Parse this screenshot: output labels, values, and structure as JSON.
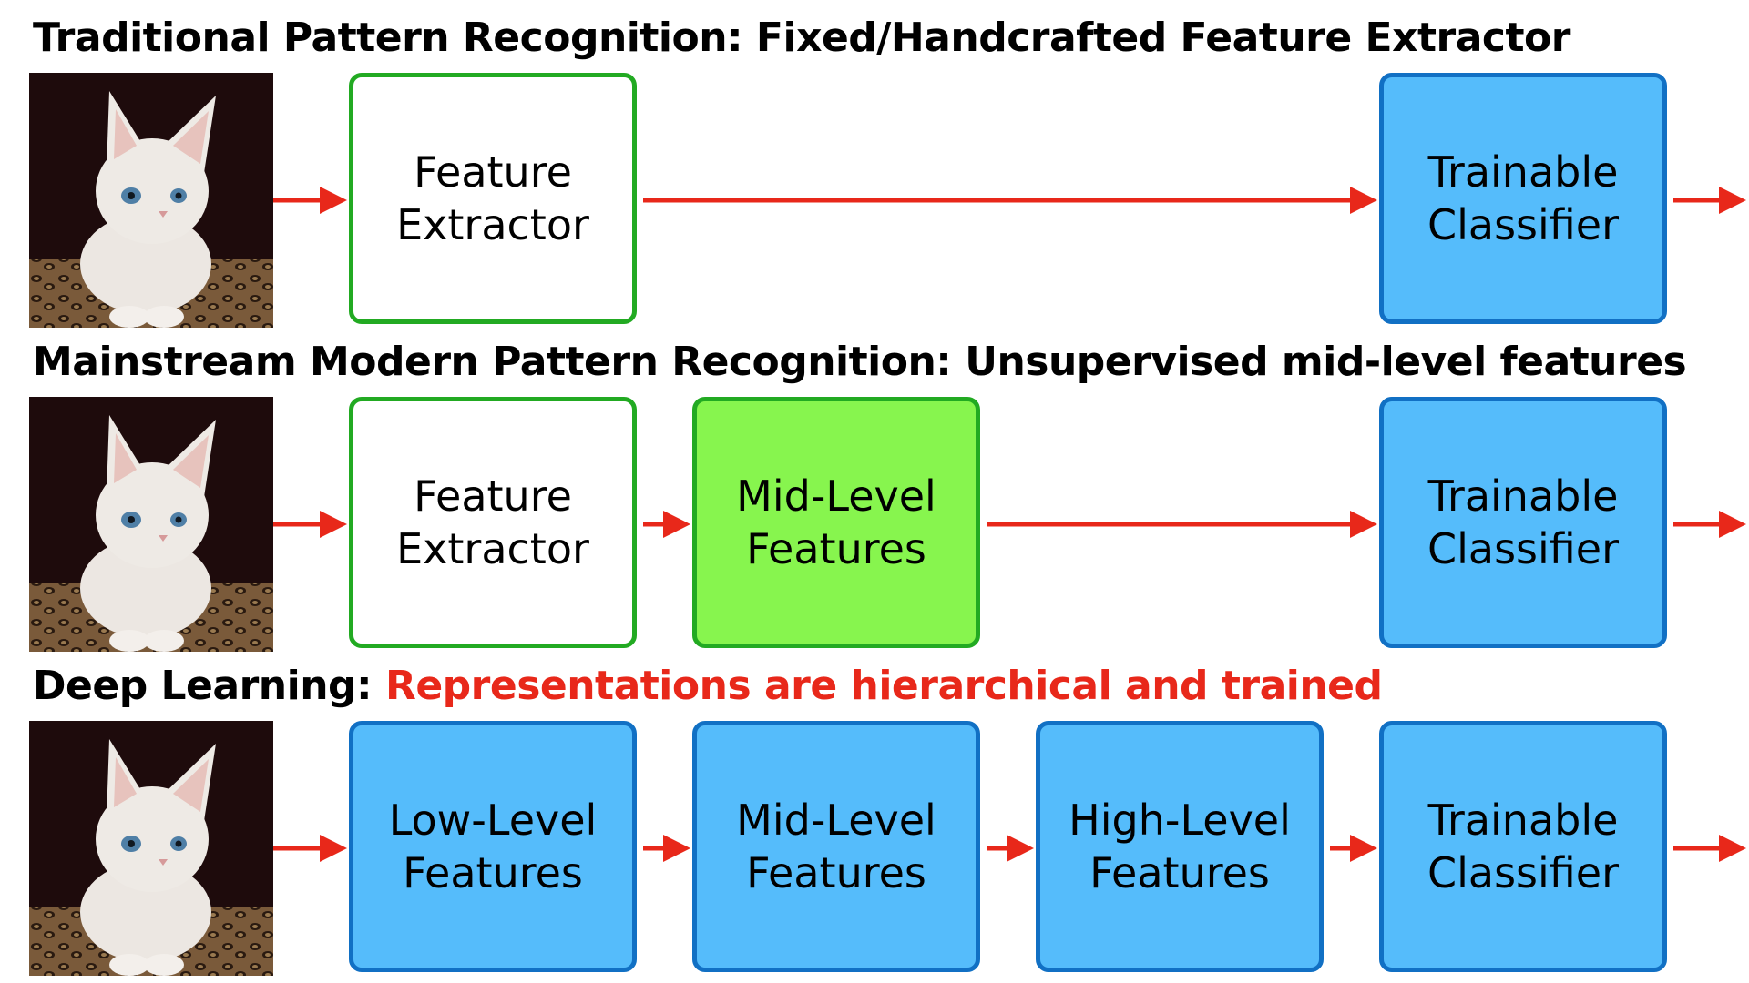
{
  "rows": [
    {
      "heading": "Traditional Pattern Recognition: Fixed/Handcrafted Feature Extractor",
      "boxes": [
        {
          "line1": "Feature",
          "line2": "Extractor",
          "style": "white"
        },
        {
          "line1": "Trainable",
          "line2": "Classifier",
          "style": "blue"
        }
      ]
    },
    {
      "heading": "Mainstream Modern Pattern Recognition: Unsupervised mid-level features",
      "boxes": [
        {
          "line1": "Feature",
          "line2": "Extractor",
          "style": "white"
        },
        {
          "line1": "Mid-Level",
          "line2": "Features",
          "style": "green"
        },
        {
          "line1": "Trainable",
          "line2": "Classifier",
          "style": "blue"
        }
      ]
    },
    {
      "heading_prefix": "Deep Learning: ",
      "heading_accent": "Representations are hierarchical and trained",
      "boxes": [
        {
          "line1": "Low-Level",
          "line2": "Features",
          "style": "blue"
        },
        {
          "line1": "Mid-Level",
          "line2": "Features",
          "style": "blue"
        },
        {
          "line1": "High-Level",
          "line2": "Features",
          "style": "blue"
        },
        {
          "line1": "Trainable",
          "line2": "Classifier",
          "style": "blue"
        }
      ]
    }
  ],
  "colors": {
    "arrow": "#e8281a",
    "accent_text": "#e8281a",
    "green_border": "#22aa22",
    "green_fill": "#87f54e",
    "blue_fill": "#55bcfb",
    "blue_border": "#1170c4"
  },
  "icons": [
    "kitten-photo",
    "arrow-right-icon"
  ]
}
